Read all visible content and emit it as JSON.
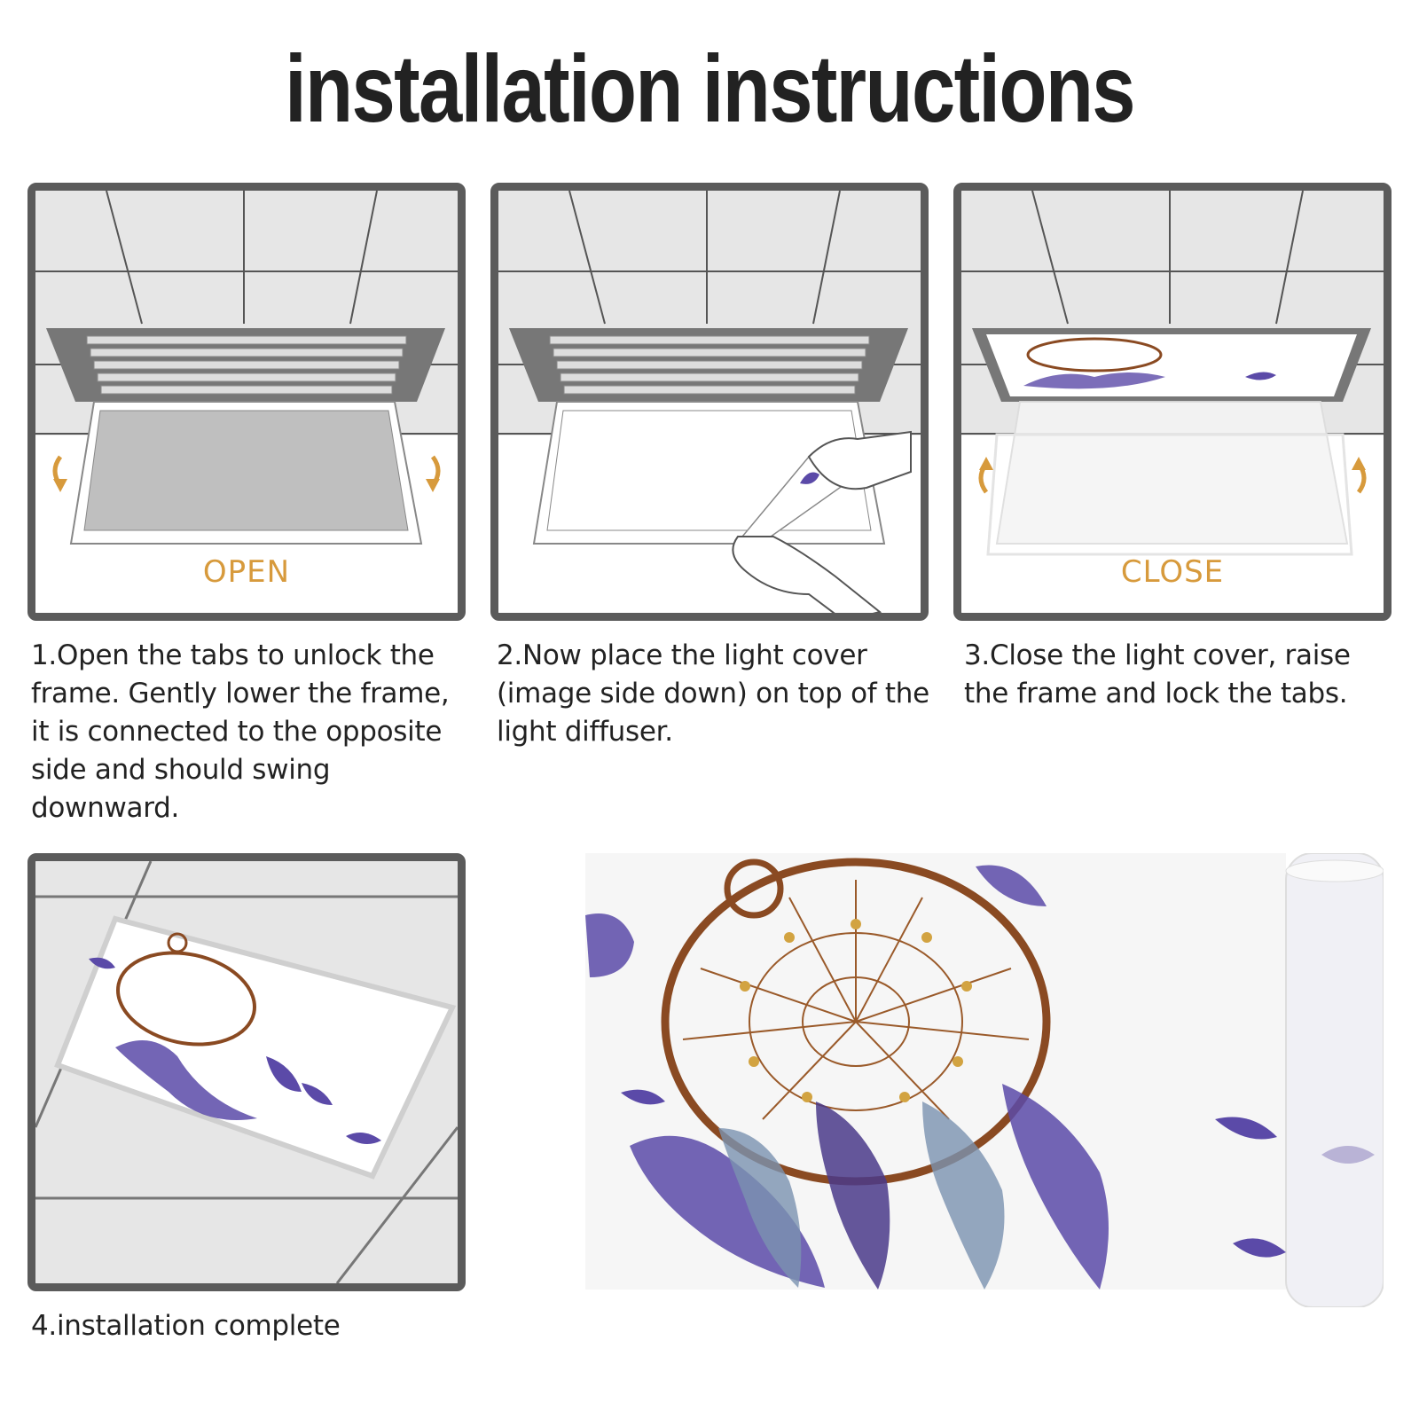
{
  "title": "installation instructions",
  "steps": [
    {
      "label": "OPEN",
      "caption": "1.Open the tabs to unlock the frame. Gently lower the frame, it is connected to the opposite side and should swing downward."
    },
    {
      "label": "",
      "caption": "2.Now place the light cover (image side down) on top of the light diffuser."
    },
    {
      "label": "CLOSE",
      "caption": "3.Close the light cover, raise the frame and lock the tabs."
    },
    {
      "label": "",
      "caption": "4.installation complete"
    }
  ],
  "colors": {
    "accent": "#d79a3c",
    "frame": "#5b5b5b",
    "ceiling": "#e6e6e6",
    "feather": "#5b4aa8",
    "ring": "#8a4a22"
  },
  "icons": [
    "arrow-down-left-icon",
    "arrow-down-right-icon",
    "arrow-up-left-icon",
    "arrow-up-right-icon",
    "hand-icon",
    "dreamcatcher-image"
  ]
}
